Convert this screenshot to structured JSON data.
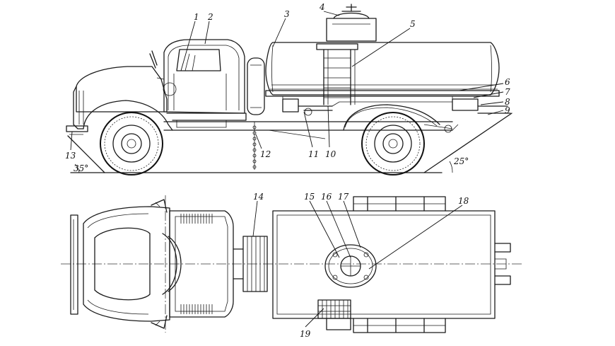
{
  "labels": {
    "c1": "1",
    "c2": "2",
    "c3": "3",
    "c4": "4",
    "c5": "5",
    "c6": "6",
    "c7": "7",
    "c8": "8",
    "c9": "9",
    "c10": "10",
    "c11": "11",
    "c12": "12",
    "c13": "13",
    "c14": "14",
    "c15": "15",
    "c16": "16",
    "c17": "17",
    "c18": "18",
    "c19": "19"
  },
  "angles": {
    "front_approach": "35°",
    "rear_departure": "25°"
  }
}
